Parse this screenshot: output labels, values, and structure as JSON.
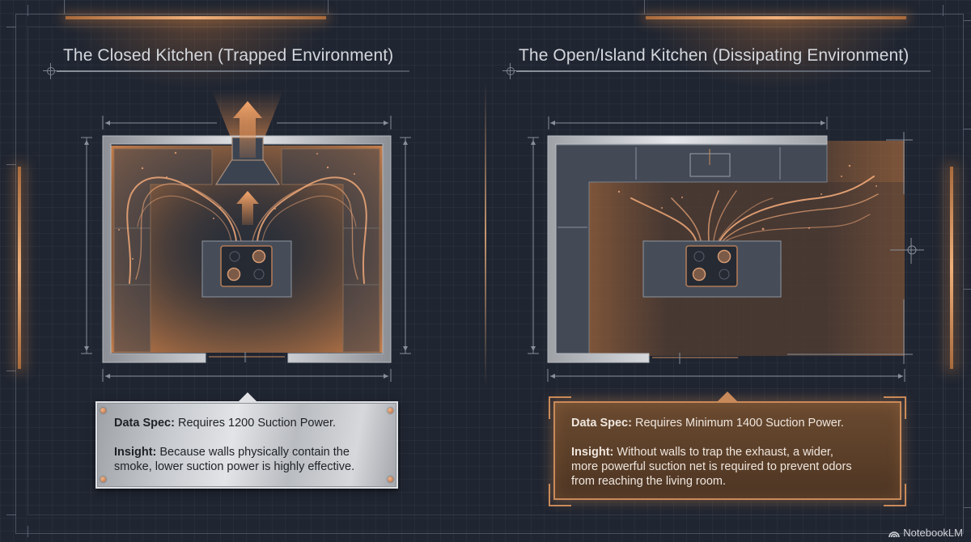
{
  "left_panel": {
    "heading": "The Closed Kitchen (Trapped Environment)",
    "info_card": {
      "spec_label": "Data Spec:",
      "spec_text": " Requires 1200 Suction Power.",
      "insight_label": "Insight:",
      "insight_line1": " Because walls physically contain the",
      "insight_line2": "smoke, lower suction power is highly effective."
    },
    "diagram": {
      "layout": "closed U-shaped kitchen with walls on all sides",
      "hood": "range-hood-with-exhaust-arrow",
      "cooktop_burners": 4,
      "active_burners": 2
    }
  },
  "right_panel": {
    "heading": "The Open/Island Kitchen (Dissipating Environment)",
    "info_card": {
      "spec_label": "Data Spec:",
      "spec_text": " Requires Minimum 1400 Suction Power.",
      "insight_label": "Insight:",
      "insight_line1": " Without walls to trap the exhaust, a wider,",
      "insight_line2": "more powerful suction net is required to prevent odors",
      "insight_line3": "from reaching the living room."
    },
    "diagram": {
      "layout": "L-shaped open kitchen with island cooktop",
      "cooktop_burners": 4,
      "active_burners": 2
    }
  },
  "brand": {
    "icon": "notebooklm-logo-icon",
    "label": "NotebookLM"
  },
  "colors": {
    "background": "#1f2531",
    "accent_copper": "#e08a4c",
    "metal": "#c8cbcf",
    "text": "#d4d7dc"
  }
}
